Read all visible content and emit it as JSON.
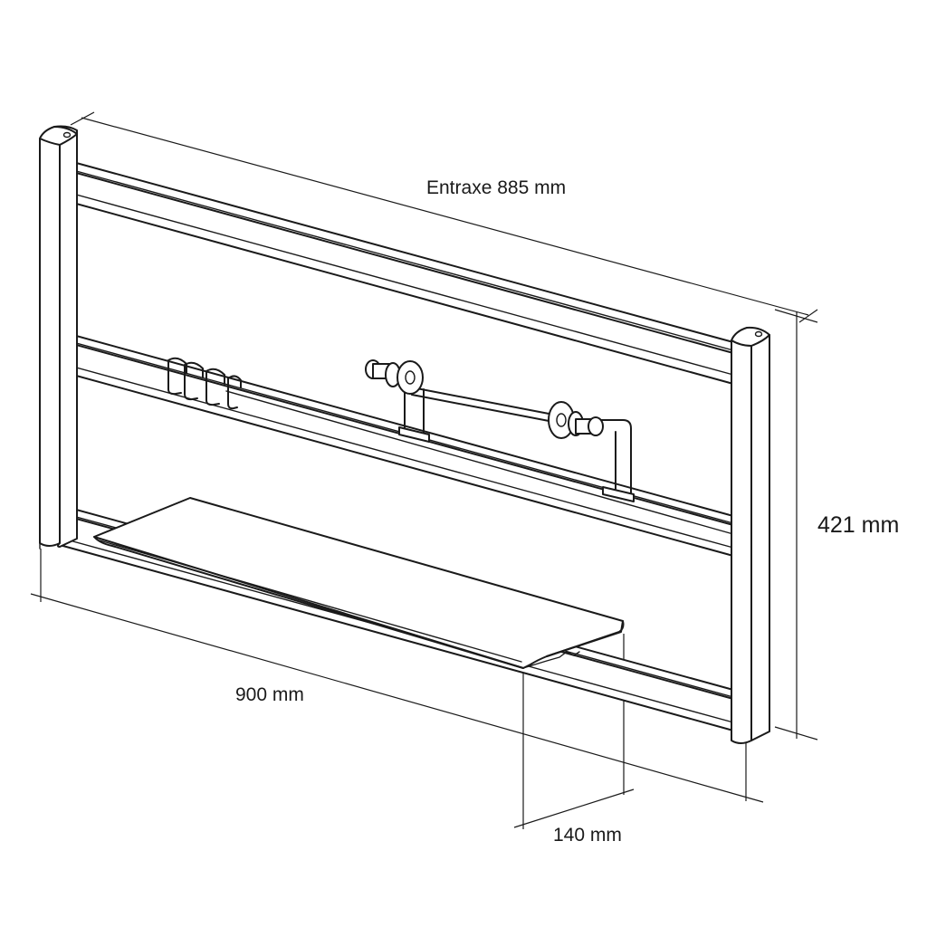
{
  "dimensions": {
    "centre_distance": "Entraxe 885 mm",
    "height": "421 mm",
    "width": "900 mm",
    "shelf_depth": "140 mm"
  }
}
